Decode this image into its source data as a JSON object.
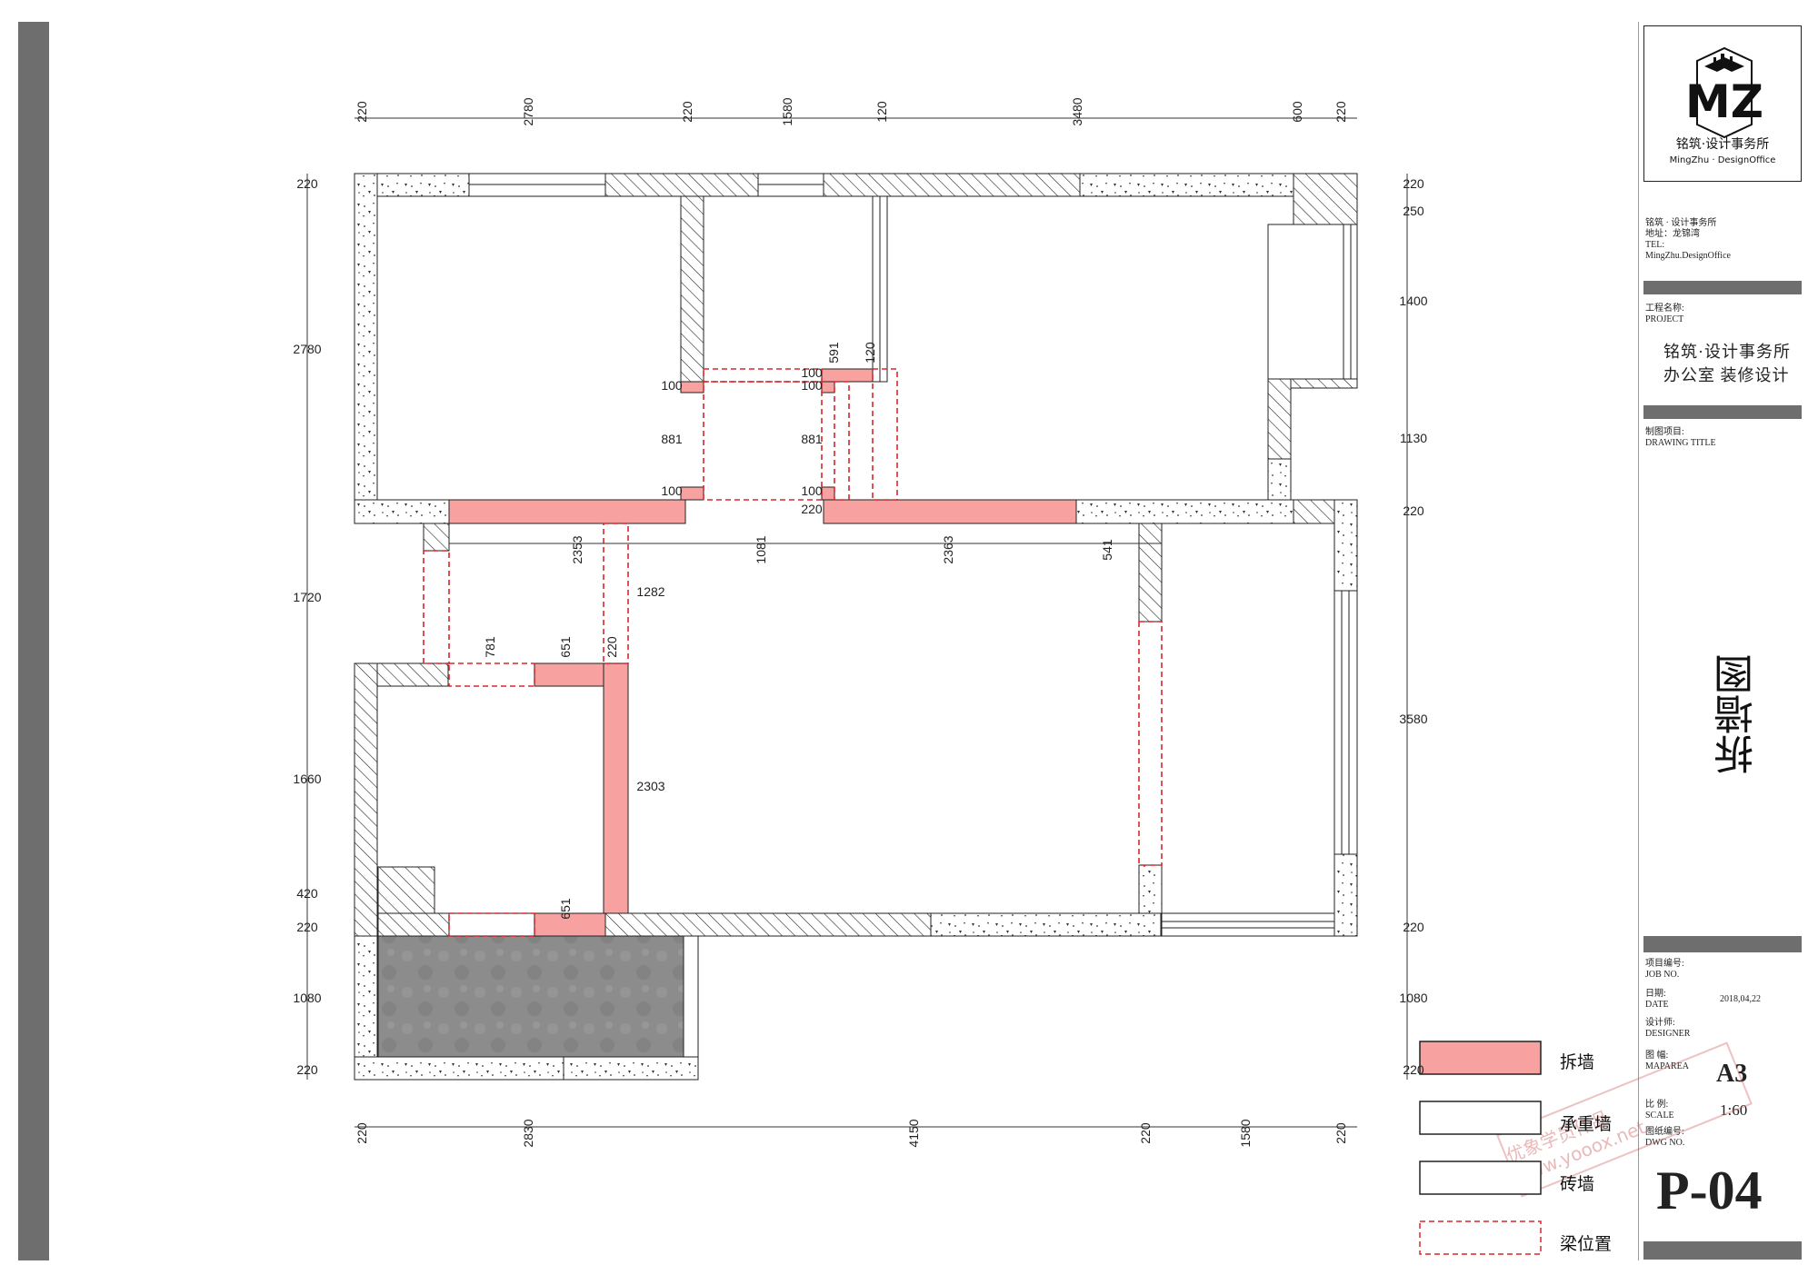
{
  "brand": {
    "logo_text": "MZ",
    "logo_caption_cn": "铭筑·设计事务所",
    "logo_caption_en": "MingZhu · DesignOffice"
  },
  "office_info": {
    "name": "铭筑 · 设计事务所",
    "address": "地址：龙锦湾",
    "tel": "TEL:",
    "site": "MingZhu.DesignOffice"
  },
  "project": {
    "label_cn": "工程名称:",
    "label_en": "PROJECT",
    "line1": "铭筑·设计事务所",
    "line2": "办公室 装修设计"
  },
  "drawing_title": {
    "label_cn": "制图项目:",
    "label_en": "DRAWING TITLE",
    "title": "拆墙图"
  },
  "meta": {
    "job_cn": "项目编号:",
    "job_en": "JOB NO.",
    "date_cn": "日期:",
    "date_en": "DATE",
    "date_value": "2018,04,22",
    "designer_cn": "设计师:",
    "designer_en": "DESIGNER",
    "maparea_cn": "图 幅:",
    "maparea_en": "MAPAREA",
    "maparea_value": "A3",
    "scale_cn": "比 例:",
    "scale_en": "SCALE",
    "scale_value": "1:60",
    "dwg_cn": "图纸编号:",
    "dwg_en": "DWG NO.",
    "dwg_value": "P-04"
  },
  "legend": [
    {
      "label": "拆墙",
      "style": "demolish"
    },
    {
      "label": "承重墙",
      "style": "bearing"
    },
    {
      "label": "砖墙",
      "style": "brick"
    },
    {
      "label": "梁位置",
      "style": "beam"
    }
  ],
  "watermark": "优象学员作品 www.yooox.net",
  "colors": {
    "demolish": "#f7a1a1",
    "beam": "#d9262c",
    "bar": "#6e6e6e",
    "floor": "#8a8a8a"
  },
  "dimensions": {
    "top": [
      "220",
      "2780",
      "220",
      "1580",
      "120",
      "3480",
      "600",
      "220"
    ],
    "bottom": [
      "220",
      "2830",
      "4150",
      "220",
      "1580",
      "220"
    ],
    "left": [
      "220",
      "2780",
      "1720",
      "1660",
      "420",
      "220",
      "1080",
      "220"
    ],
    "right": [
      "220",
      "250",
      "1400",
      "1130",
      "220",
      "3580",
      "220",
      "1080",
      "220"
    ],
    "interior": [
      "591",
      "120",
      "100",
      "100",
      "100",
      "881",
      "881",
      "100",
      "100",
      "220",
      "2353",
      "1081",
      "2363",
      "541",
      "1282",
      "781",
      "651",
      "220",
      "2303",
      "651"
    ]
  }
}
